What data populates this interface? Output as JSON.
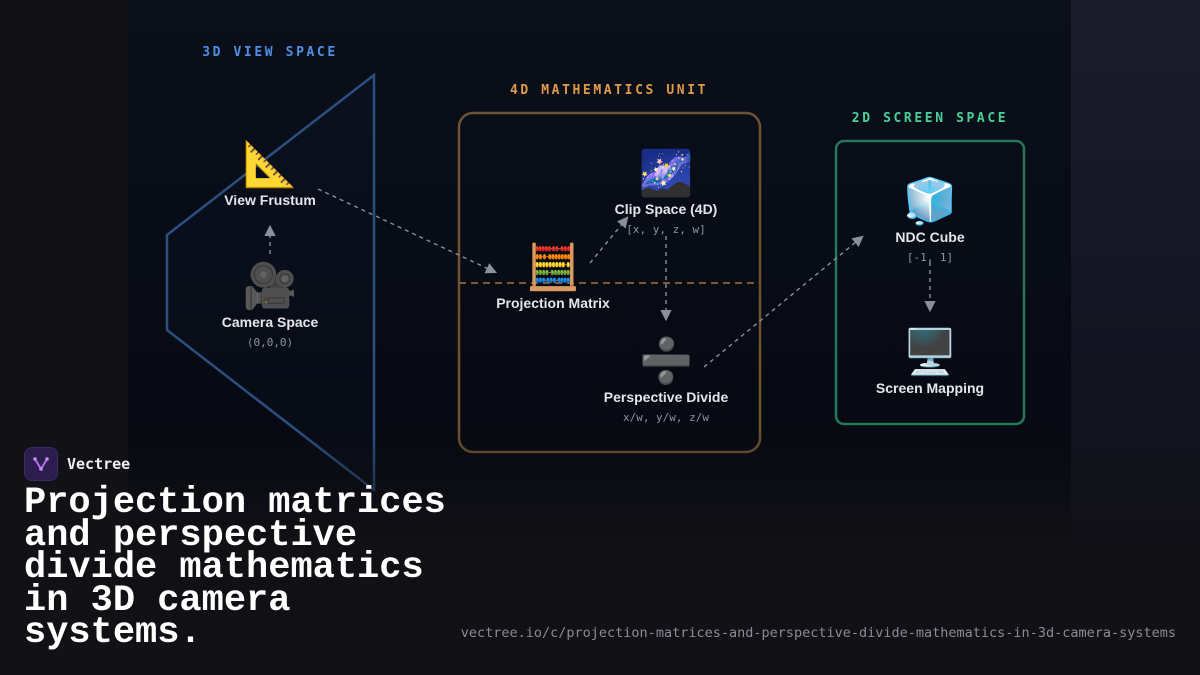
{
  "sections": {
    "view_space": {
      "title": "3D VIEW SPACE",
      "color": "#4f8fe6"
    },
    "math_unit": {
      "title": "4D MATHEMATICS UNIT",
      "color": "#e09b4a"
    },
    "screen_space": {
      "title": "2D SCREEN SPACE",
      "color": "#49d19a"
    }
  },
  "nodes": {
    "view_frustum": {
      "icon": "triangular-ruler-icon",
      "emoji": "📐",
      "label": "View Frustum"
    },
    "camera_space": {
      "icon": "movie-camera-icon",
      "emoji": "🎥",
      "label": "Camera Space",
      "sub": "(0,0,0)"
    },
    "projection_matrix": {
      "icon": "abacus-icon",
      "emoji": "🧮",
      "label": "Projection Matrix"
    },
    "clip_space": {
      "icon": "milky-way-icon",
      "emoji": "🌌",
      "label": "Clip Space (4D)",
      "sub": "[x, y, z, w]"
    },
    "perspective_divide": {
      "icon": "division-sign-icon",
      "emoji": "➗",
      "label": "Perspective Divide",
      "sub": "x/w, y/w, z/w"
    },
    "ndc_cube": {
      "icon": "ice-cube-icon",
      "emoji": "🧊",
      "label": "NDC Cube",
      "sub": "[-1, 1]"
    },
    "screen_mapping": {
      "icon": "desktop-computer-icon",
      "emoji": "🖥️",
      "label": "Screen Mapping"
    }
  },
  "brand": {
    "name": "Vectree",
    "logo_icon": "vectree-logo-icon"
  },
  "headline": "Projection matrices and perspective divide mathematics in 3D camera systems.",
  "url": "vectree.io/c/projection-matrices-and-perspective-divide-mathematics-in-3d-camera-systems"
}
